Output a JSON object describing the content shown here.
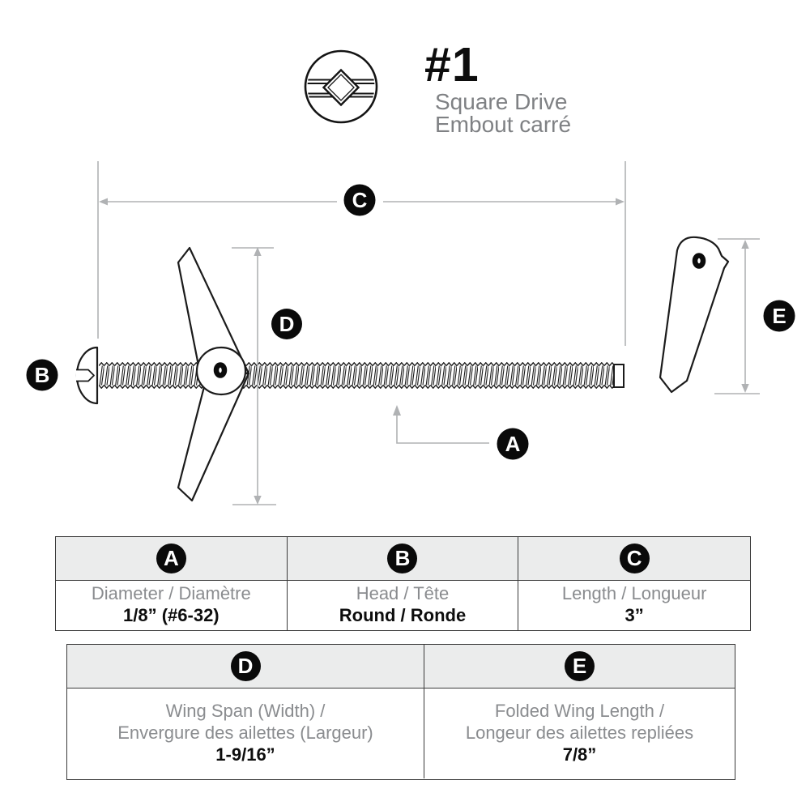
{
  "drive": {
    "number": "#1",
    "name_en": "Square Drive",
    "name_fr": "Embout carré"
  },
  "callouts": {
    "a": "A",
    "b": "B",
    "c": "C",
    "d": "D",
    "e": "E"
  },
  "spec_table_abc": {
    "columns": [
      {
        "letter": "A",
        "label": "Diameter / Diamètre",
        "value": "1/8” (#6-32)"
      },
      {
        "letter": "B",
        "label": "Head / Tête",
        "value": "Round / Ronde"
      },
      {
        "letter": "C",
        "label": "Length / Longueur",
        "value": "3”"
      }
    ]
  },
  "spec_table_de": {
    "columns": [
      {
        "letter": "D",
        "label_line1": "Wing Span (Width) /",
        "label_line2": "Envergure des ailettes (Largeur)",
        "value": "1-9/16”"
      },
      {
        "letter": "E",
        "label_line1": "Folded Wing Length /",
        "label_line2": "Longeur des ailettes repliées",
        "value": "7/8”"
      }
    ]
  },
  "colors": {
    "ink": "#1b1b1b",
    "callout_fill": "#0a0a0a",
    "gray_text": "#7f8184",
    "dim_line": "#b0b2b4",
    "table_header_bg": "#ebecec"
  }
}
